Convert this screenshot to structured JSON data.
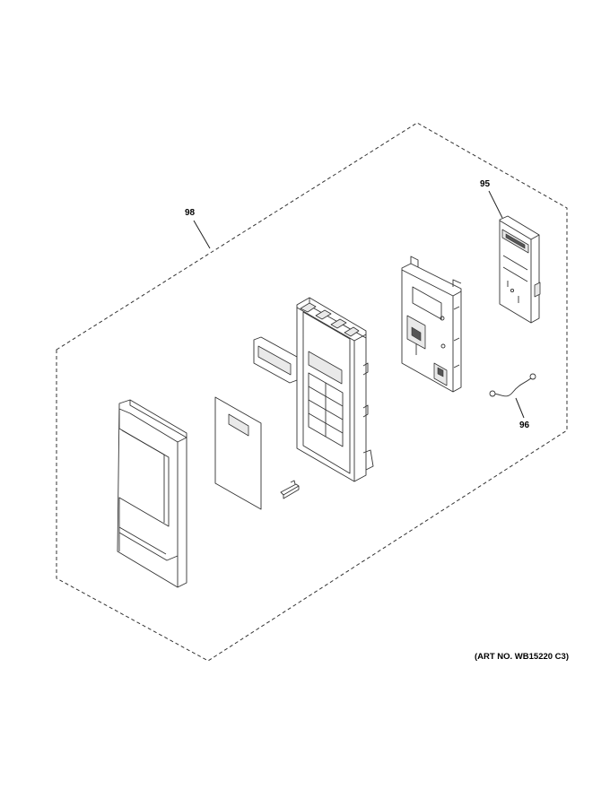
{
  "diagram": {
    "callouts": {
      "assembly": "98",
      "control_board": "95",
      "wire_harness": "96"
    },
    "art_number": "(ART NO. WB15220 C3)"
  }
}
